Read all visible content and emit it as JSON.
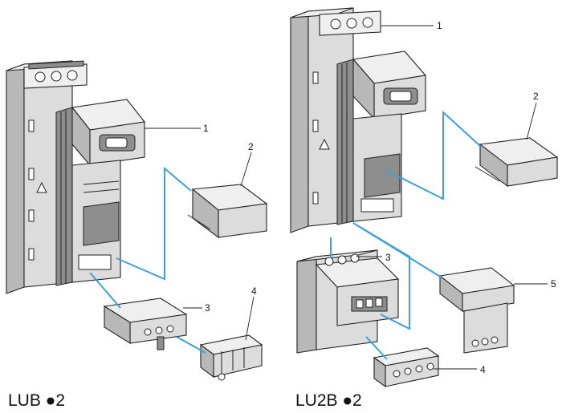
{
  "captions": {
    "left": "LUB ●2",
    "right": "LU2B ●2"
  },
  "callouts": {
    "l1": "1",
    "l2": "2",
    "l3": "3",
    "l4": "4",
    "r1": "1",
    "r2": "2",
    "r3": "3",
    "r4": "4",
    "r5": "5"
  },
  "colors": {
    "link_line": "#3da0d8"
  }
}
